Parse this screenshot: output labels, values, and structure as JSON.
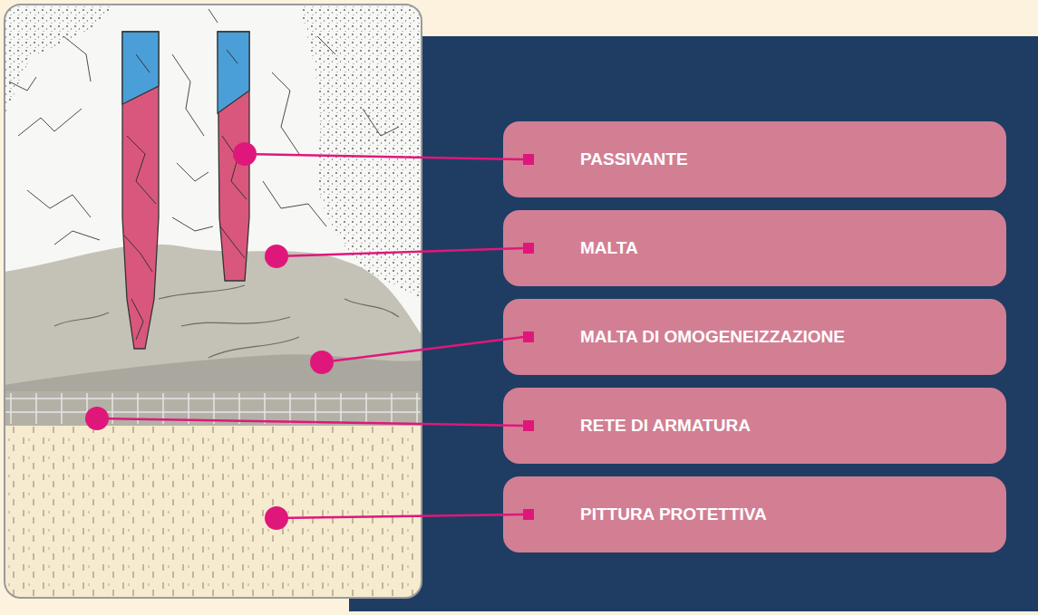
{
  "diagram": {
    "nodes": [
      {
        "text": [
          "PASSIVANTE"
        ]
      },
      {
        "text": [
          "MALTA"
        ]
      },
      {
        "text": [
          "MALTA DI OMOGENEIZZAZIONE"
        ]
      },
      {
        "text": [
          "RETE DI ARMATURA"
        ]
      },
      {
        "text": [
          "PITTURA PROTETTIVA"
        ]
      }
    ]
  }
}
